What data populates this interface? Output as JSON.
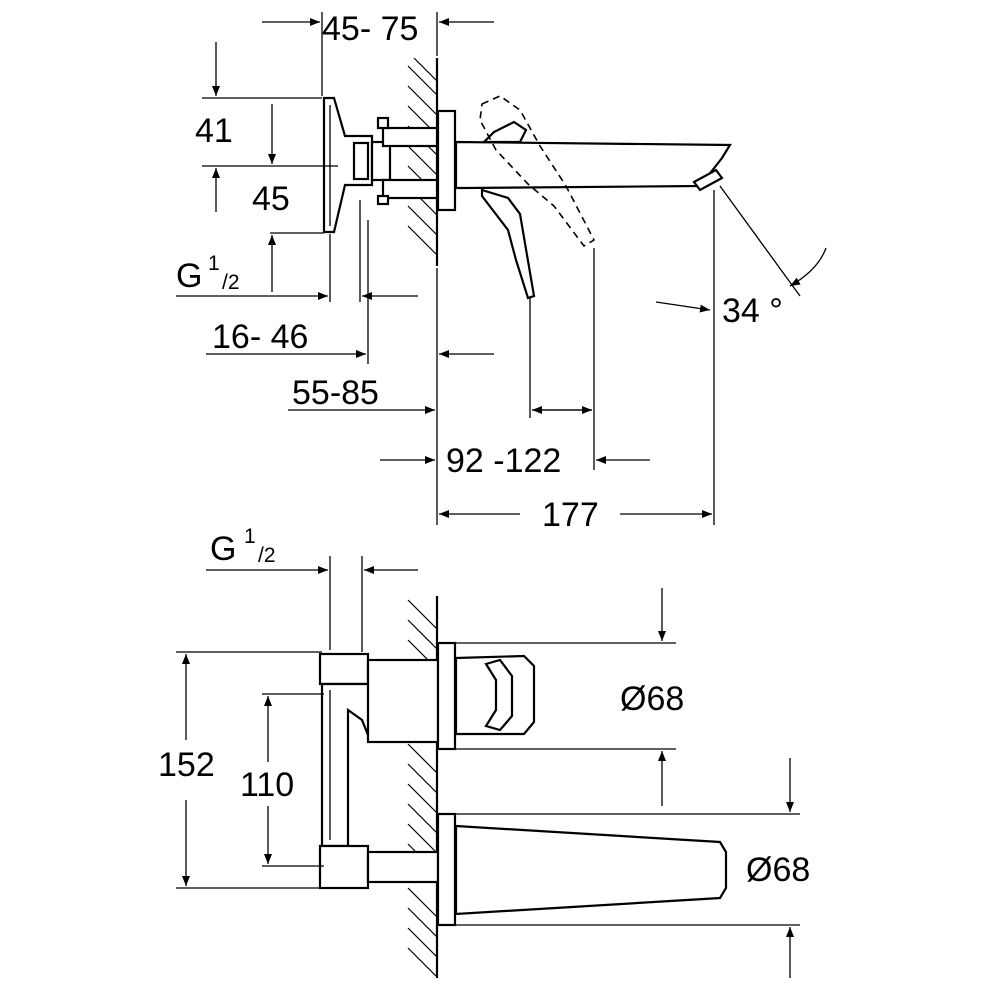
{
  "side_view": {
    "dim_45_75": "45- 75",
    "dim_41": "41",
    "dim_45": "45",
    "thread_G": "G",
    "thread_sup": "1",
    "thread_sub": "/2",
    "dim_16_46": "16- 46",
    "dim_55_85": "55-85",
    "dim_34deg": "34 °",
    "dim_92_122": "92 -122",
    "dim_177": "177"
  },
  "front_view": {
    "thread_G": "G",
    "thread_sup": "1",
    "thread_sub": "/2",
    "dim_152": "152",
    "dim_110": "110",
    "dia_handle": "Ø68",
    "dia_spout": "Ø68"
  }
}
